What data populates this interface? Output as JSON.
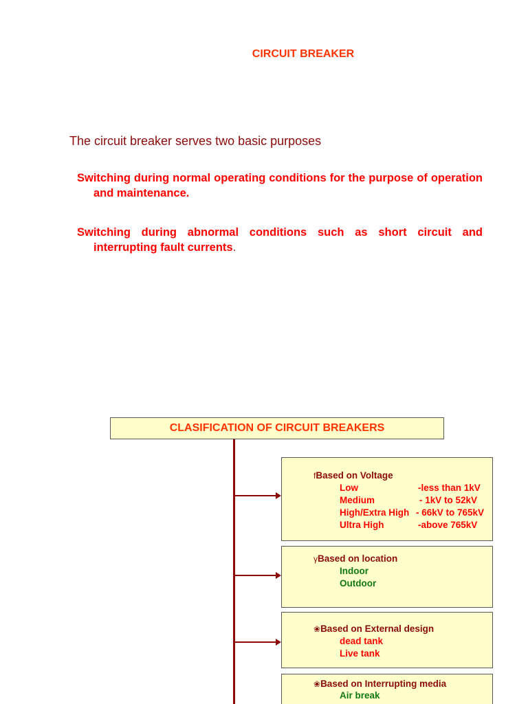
{
  "title": "CIRCUIT BREAKER",
  "intro": "The circuit breaker serves two basic purposes",
  "purposes": [
    {
      "first": "Switching during normal operating conditions for the purpose",
      "rest": "of operation and maintenance."
    },
    {
      "first": "Switching during abnormal conditions such as short circuit and",
      "rest": "interrupting fault currents",
      "tail": "."
    }
  ],
  "classification": {
    "header": "CLASIFICATION OF CIRCUIT BREAKERS",
    "groups": [
      {
        "mark": "f",
        "heading": "Based on Voltage",
        "items": [
          {
            "label": "Low",
            "value": "-less than 1kV"
          },
          {
            "label": "Medium",
            "value": "- 1kV to 52kV"
          },
          {
            "label": "High/Extra High",
            "value": "- 66kV to 765kV"
          },
          {
            "label": "Ultra High",
            "value": "-above 765kV"
          }
        ]
      },
      {
        "mark": "γ",
        "heading": "Based on location",
        "items": [
          {
            "label": "Indoor"
          },
          {
            "label": "Outdoor"
          }
        ]
      },
      {
        "mark": "❀",
        "heading": "Based on External design",
        "items": [
          {
            "label": "dead tank"
          },
          {
            "label": "Live tank"
          }
        ]
      },
      {
        "mark": "❀",
        "heading": "Based on Interrupting media",
        "items": [
          {
            "label": "Air break"
          }
        ]
      }
    ]
  },
  "colors": {
    "title": "#ff3300",
    "body_text": "#8b0a0a",
    "bullet_text": "#ff0000",
    "box_fill": "#ffffcc",
    "connector": "#8b0a0a",
    "green_text": "#117711"
  }
}
